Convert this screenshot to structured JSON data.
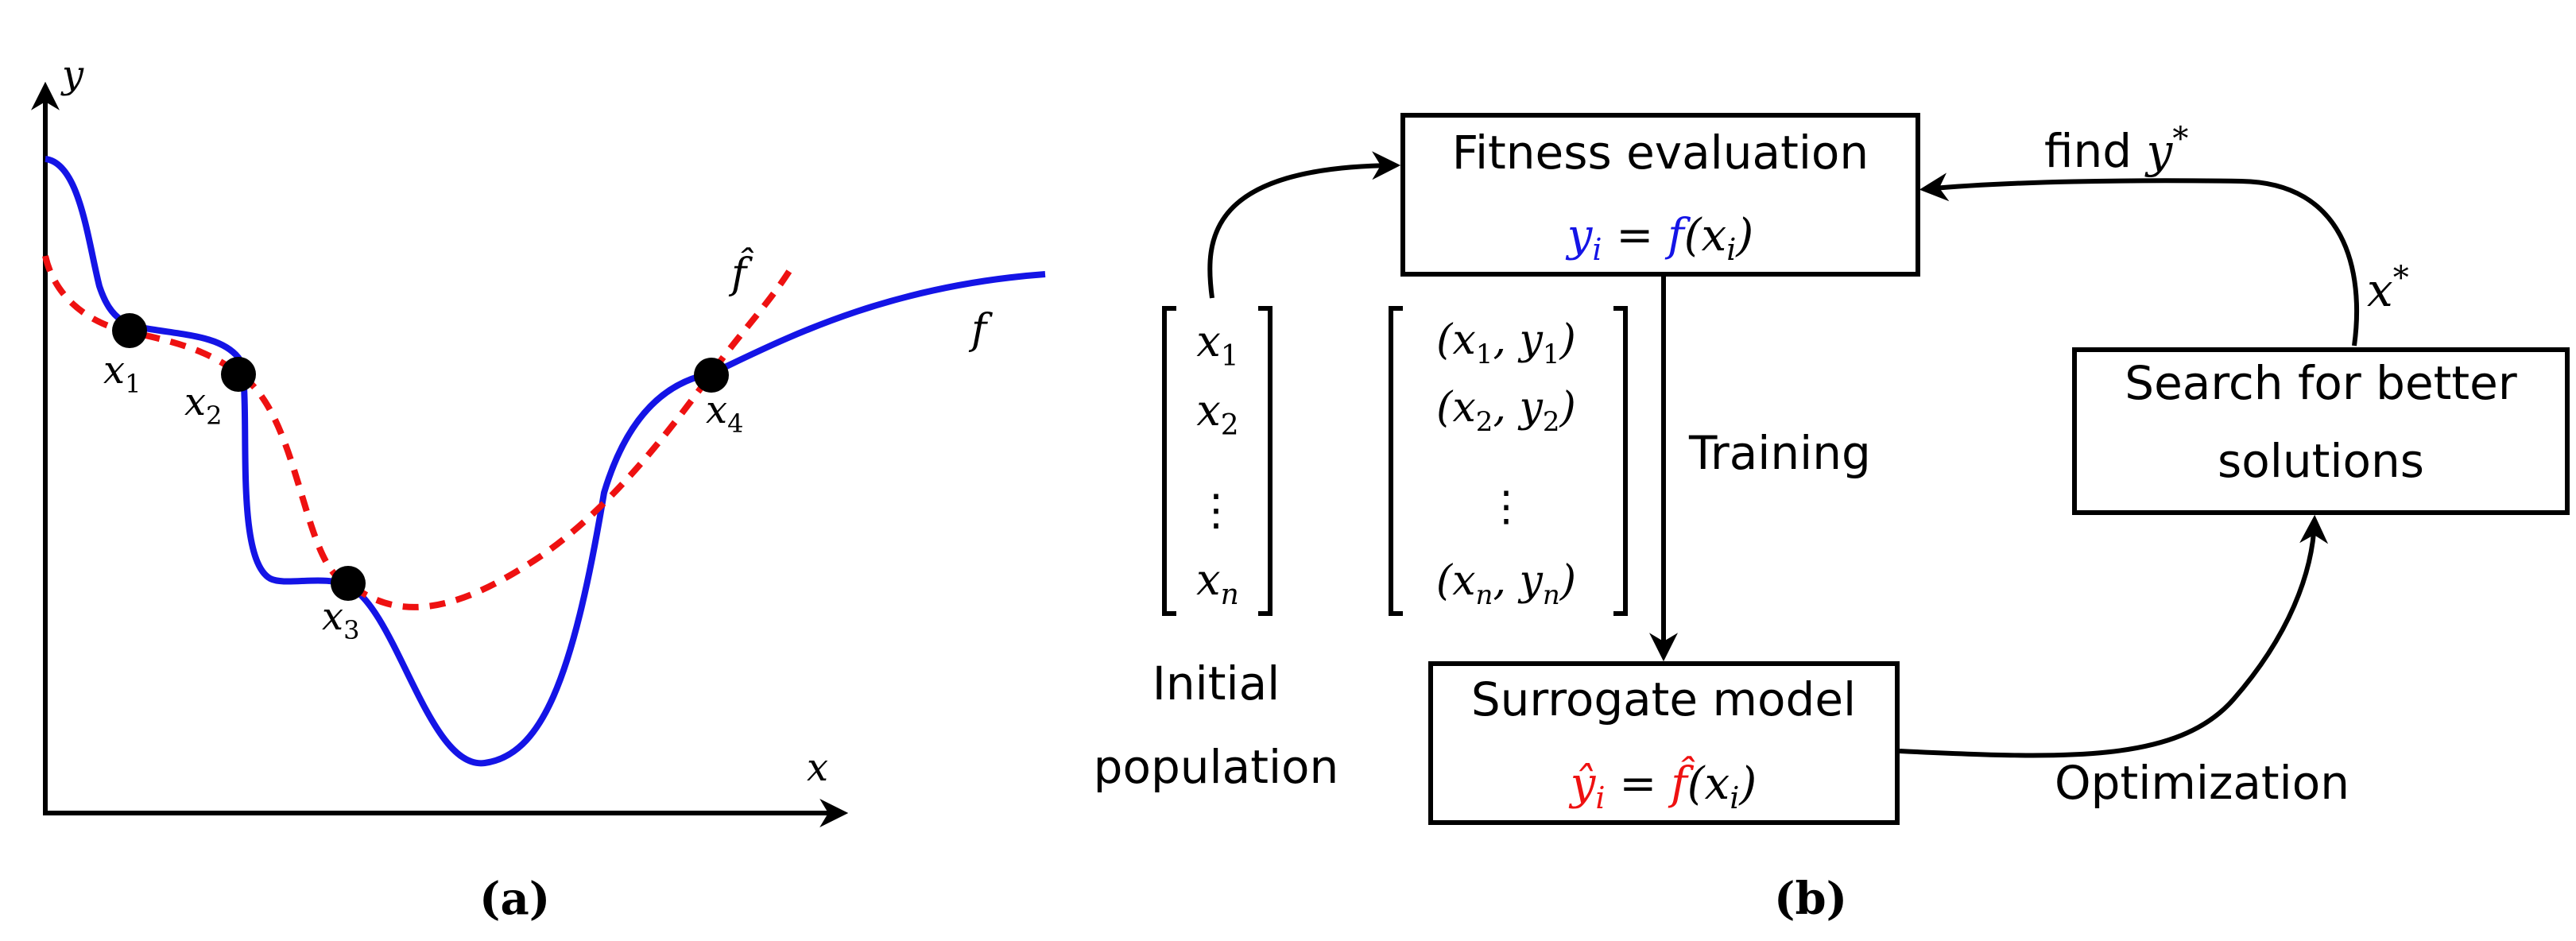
{
  "panel_a": {
    "caption": "(a)",
    "axis_y_label": "y",
    "axis_x_label": "x",
    "curve_true_label": "f",
    "curve_surrogate_label": "f̂",
    "points": [
      {
        "label": "x",
        "sub": "1"
      },
      {
        "label": "x",
        "sub": "2"
      },
      {
        "label": "x",
        "sub": "3"
      },
      {
        "label": "x",
        "sub": "4"
      }
    ],
    "colors": {
      "true_curve": "#1414e6",
      "surrogate_curve": "#ee1111",
      "points": "#000000"
    }
  },
  "panel_b": {
    "caption": "(b)",
    "fitness_box": {
      "title": "Fitness evaluation",
      "eq_lhs": "y",
      "eq_lhs_sub": "i",
      "eq_eq": " = ",
      "eq_f": "f",
      "eq_arg": "(x",
      "eq_arg_sub": "i",
      "eq_close": ")"
    },
    "surrogate_box": {
      "title": "Surrogate model",
      "eq_lhs": "ŷ",
      "eq_lhs_sub": "i",
      "eq_eq": " = ",
      "eq_f": "f̂",
      "eq_arg": "(x",
      "eq_arg_sub": "i",
      "eq_close": ")"
    },
    "search_box": {
      "line1": "Search for better",
      "line2": "solutions"
    },
    "initial_population": {
      "line1": "Initial",
      "line2": "population"
    },
    "population_vector": [
      {
        "base": "x",
        "sub": "1"
      },
      {
        "base": "x",
        "sub": "2"
      },
      {
        "base": "⋮",
        "sub": ""
      },
      {
        "base": "x",
        "sub": "n"
      }
    ],
    "training_set": [
      {
        "text": "(x",
        "s1": "1",
        "mid": ", y",
        "s2": "1",
        "end": ")"
      },
      {
        "text": "(x",
        "s1": "2",
        "mid": ", y",
        "s2": "2",
        "end": ")"
      },
      {
        "text": "⋮",
        "s1": "",
        "mid": "",
        "s2": "",
        "end": ""
      },
      {
        "text": "(x",
        "s1": "n",
        "mid": ", y",
        "s2": "n",
        "end": ")"
      }
    ],
    "label_training": "Training",
    "label_optimization": "Optimization",
    "label_find": "find ",
    "label_find_var": "y",
    "label_find_sup": "*",
    "label_xstar": "x",
    "label_xstar_sup": "*",
    "colors": {
      "blue": "#1414e6",
      "red": "#ee1111"
    }
  }
}
